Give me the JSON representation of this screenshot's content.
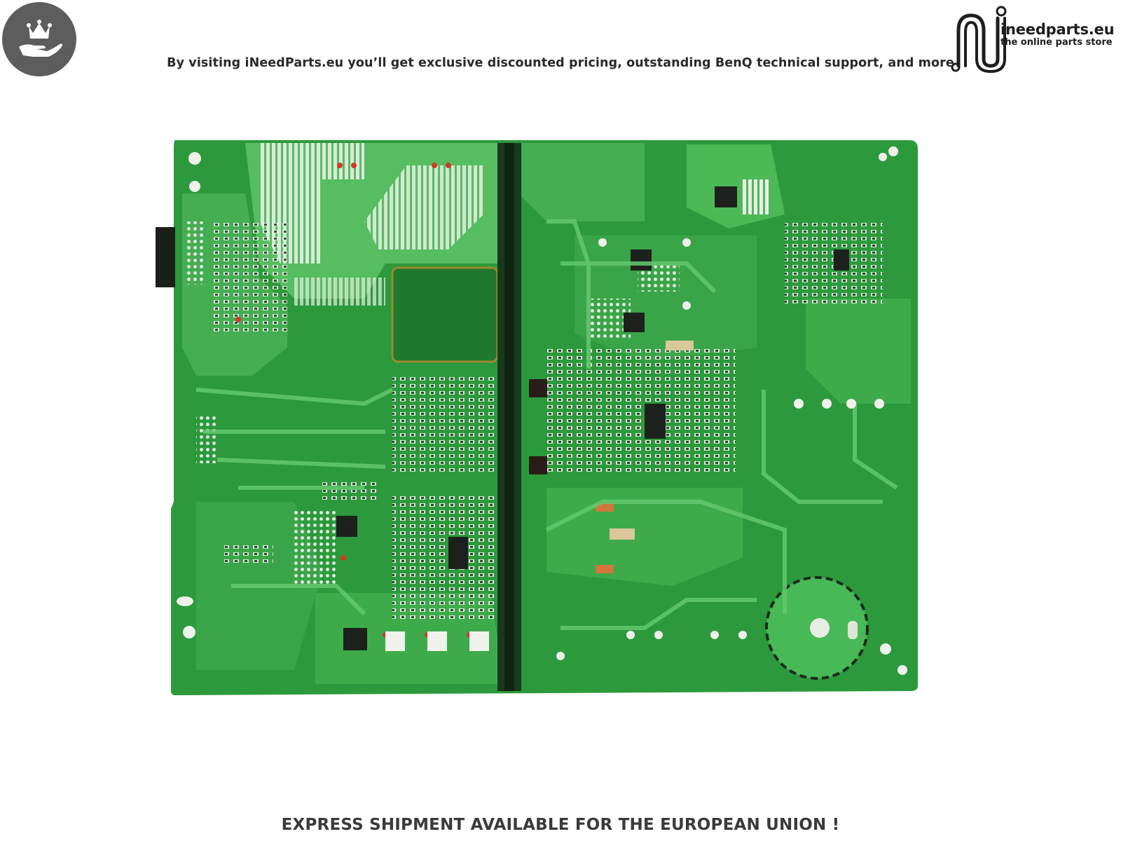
{
  "header": {
    "tagline": "By visiting iNeedParts.eu you’ll get exclusive discounted pricing, outstanding BenQ technical support, and more",
    "brand_icon": "crown-hand-icon"
  },
  "logo": {
    "name": "ineedparts.eu",
    "sub": "the online parts store",
    "icon": "circuit-n-logo-icon"
  },
  "product_image": {
    "subject": "printed-circuit-board"
  },
  "footer": {
    "text": "EXPRESS SHIPMENT AVAILABLE FOR THE EUROPEAN UNION !"
  },
  "colors": {
    "board_green": "#2c9a3c",
    "board_light": "#4cc05a",
    "badge_grey": "#5d5d5d",
    "text_dark": "#2a2a2a"
  }
}
